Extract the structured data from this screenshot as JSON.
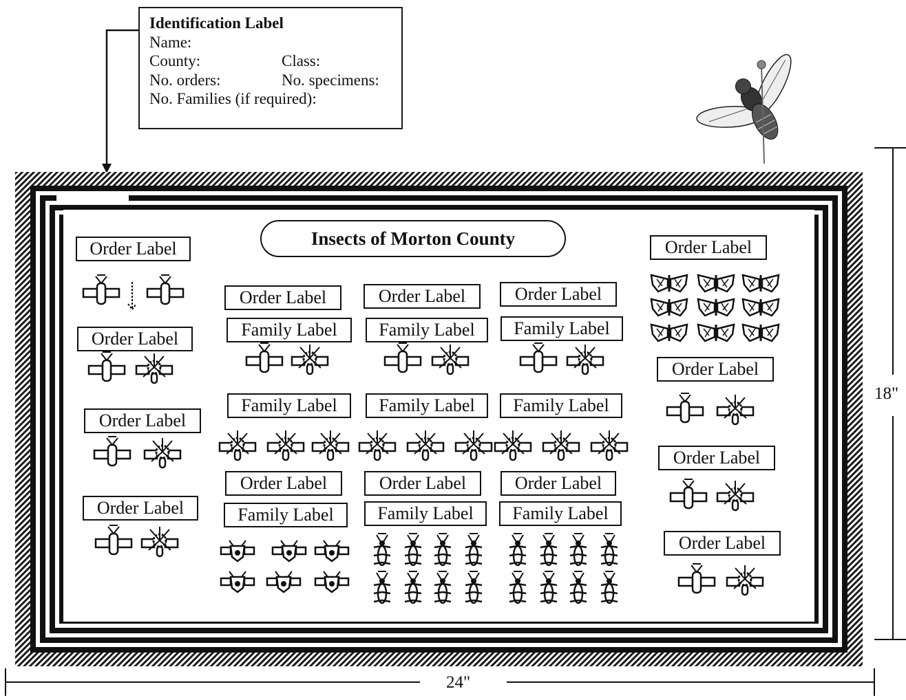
{
  "id_label": {
    "title": "Identification Label",
    "name": "Name:",
    "county": "County:",
    "class": "Class:",
    "orders": "No. orders:",
    "specimens": "No. specimens:",
    "families": "No. Families (if required):"
  },
  "case_title": "Insects of Morton County",
  "order_label": "Order Label",
  "family_label": "Family Label",
  "dimensions": {
    "width": "24\"",
    "height": "18\""
  },
  "colors": {
    "ink": "#111111",
    "background": "#ffffff",
    "frame_hatch": "#1a1a1a"
  },
  "icons": [
    "fly-specimen-icon",
    "beetle-specimen-icon",
    "butterfly-specimen-icon",
    "pinned-fly-icon"
  ]
}
